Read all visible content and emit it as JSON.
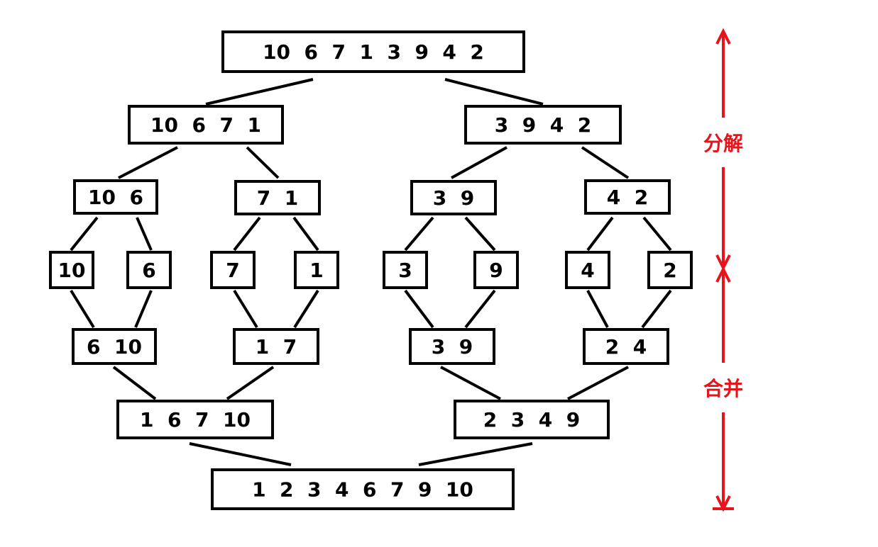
{
  "accent_color": "#e8141c",
  "nodes": [
    {
      "id": "root",
      "label": "10  6  7  1  3  9  4  2"
    },
    {
      "id": "d1-left",
      "label": "10  6  7  1"
    },
    {
      "id": "d1-right",
      "label": "3  9  4  2"
    },
    {
      "id": "d2-a",
      "label": "10  6"
    },
    {
      "id": "d2-b",
      "label": "7  1"
    },
    {
      "id": "d2-c",
      "label": "3  9"
    },
    {
      "id": "d2-d",
      "label": "4  2"
    },
    {
      "id": "leaf-1",
      "label": "10"
    },
    {
      "id": "leaf-2",
      "label": "6"
    },
    {
      "id": "leaf-3",
      "label": "7"
    },
    {
      "id": "leaf-4",
      "label": "1"
    },
    {
      "id": "leaf-5",
      "label": "3"
    },
    {
      "id": "leaf-6",
      "label": "9"
    },
    {
      "id": "leaf-7",
      "label": "4"
    },
    {
      "id": "leaf-8",
      "label": "2"
    },
    {
      "id": "m1-a",
      "label": "6  10"
    },
    {
      "id": "m1-b",
      "label": "1  7"
    },
    {
      "id": "m1-c",
      "label": "3  9"
    },
    {
      "id": "m1-d",
      "label": "2  4"
    },
    {
      "id": "m2-left",
      "label": "1  6  7  10"
    },
    {
      "id": "m2-right",
      "label": "2  3  4  9"
    },
    {
      "id": "result",
      "label": "1  2  3  4  6  7  9  10"
    }
  ],
  "phases": {
    "split_label": "分解",
    "merge_label": "合并"
  }
}
